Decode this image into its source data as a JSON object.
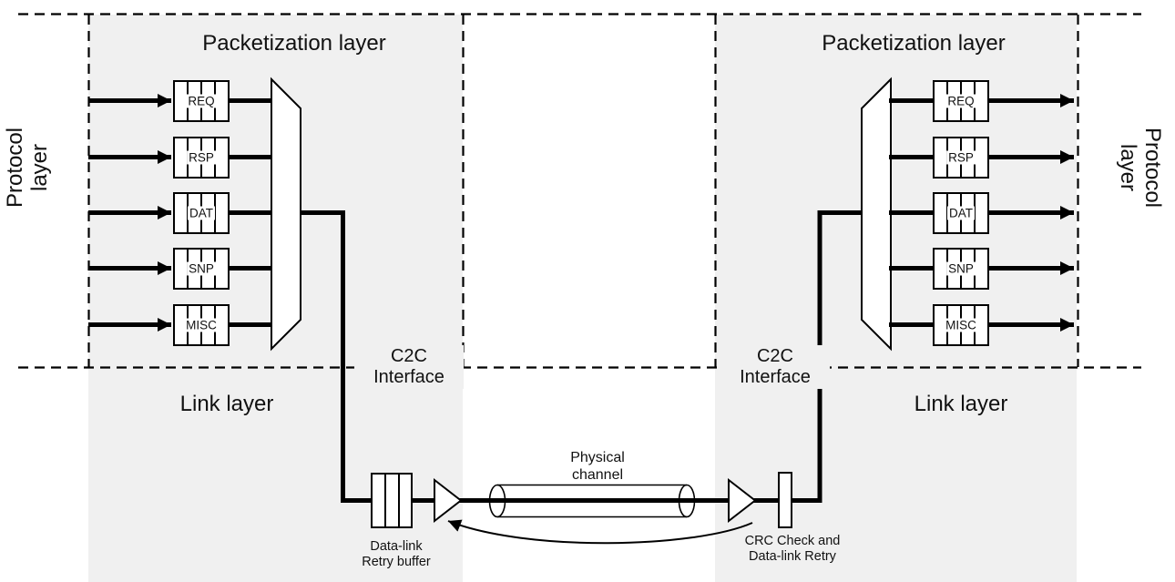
{
  "colors": {
    "panel_bg": "#f0f0f0",
    "line": "#000000",
    "canvas_bg": "#ffffff",
    "shape_fill": "#ffffff"
  },
  "left_chip": {
    "protocol_layer_label": {
      "line1": "Protocol",
      "line2": "layer"
    },
    "packetization_layer_title": "Packetization layer",
    "link_layer_title": "Link layer",
    "c2c_interface_label": {
      "line1": "C2C",
      "line2": "Interface"
    },
    "queues": [
      "REQ",
      "RSP",
      "DAT",
      "SNP",
      "MISC"
    ],
    "retry_buffer_label": {
      "line1": "Data-link",
      "line2": "Retry buffer"
    }
  },
  "right_chip": {
    "protocol_layer_label": {
      "line1": "Protocol",
      "line2": "layer"
    },
    "packetization_layer_title": "Packetization layer",
    "link_layer_title": "Link layer",
    "c2c_interface_label": {
      "line1": "C2C",
      "line2": "Interface"
    },
    "queues": [
      "REQ",
      "RSP",
      "DAT",
      "SNP",
      "MISC"
    ],
    "crc_label": {
      "line1": "CRC Check and",
      "line2": "Data-link Retry"
    }
  },
  "physical_channel_label": {
    "line1": "Physical",
    "line2": "channel"
  }
}
